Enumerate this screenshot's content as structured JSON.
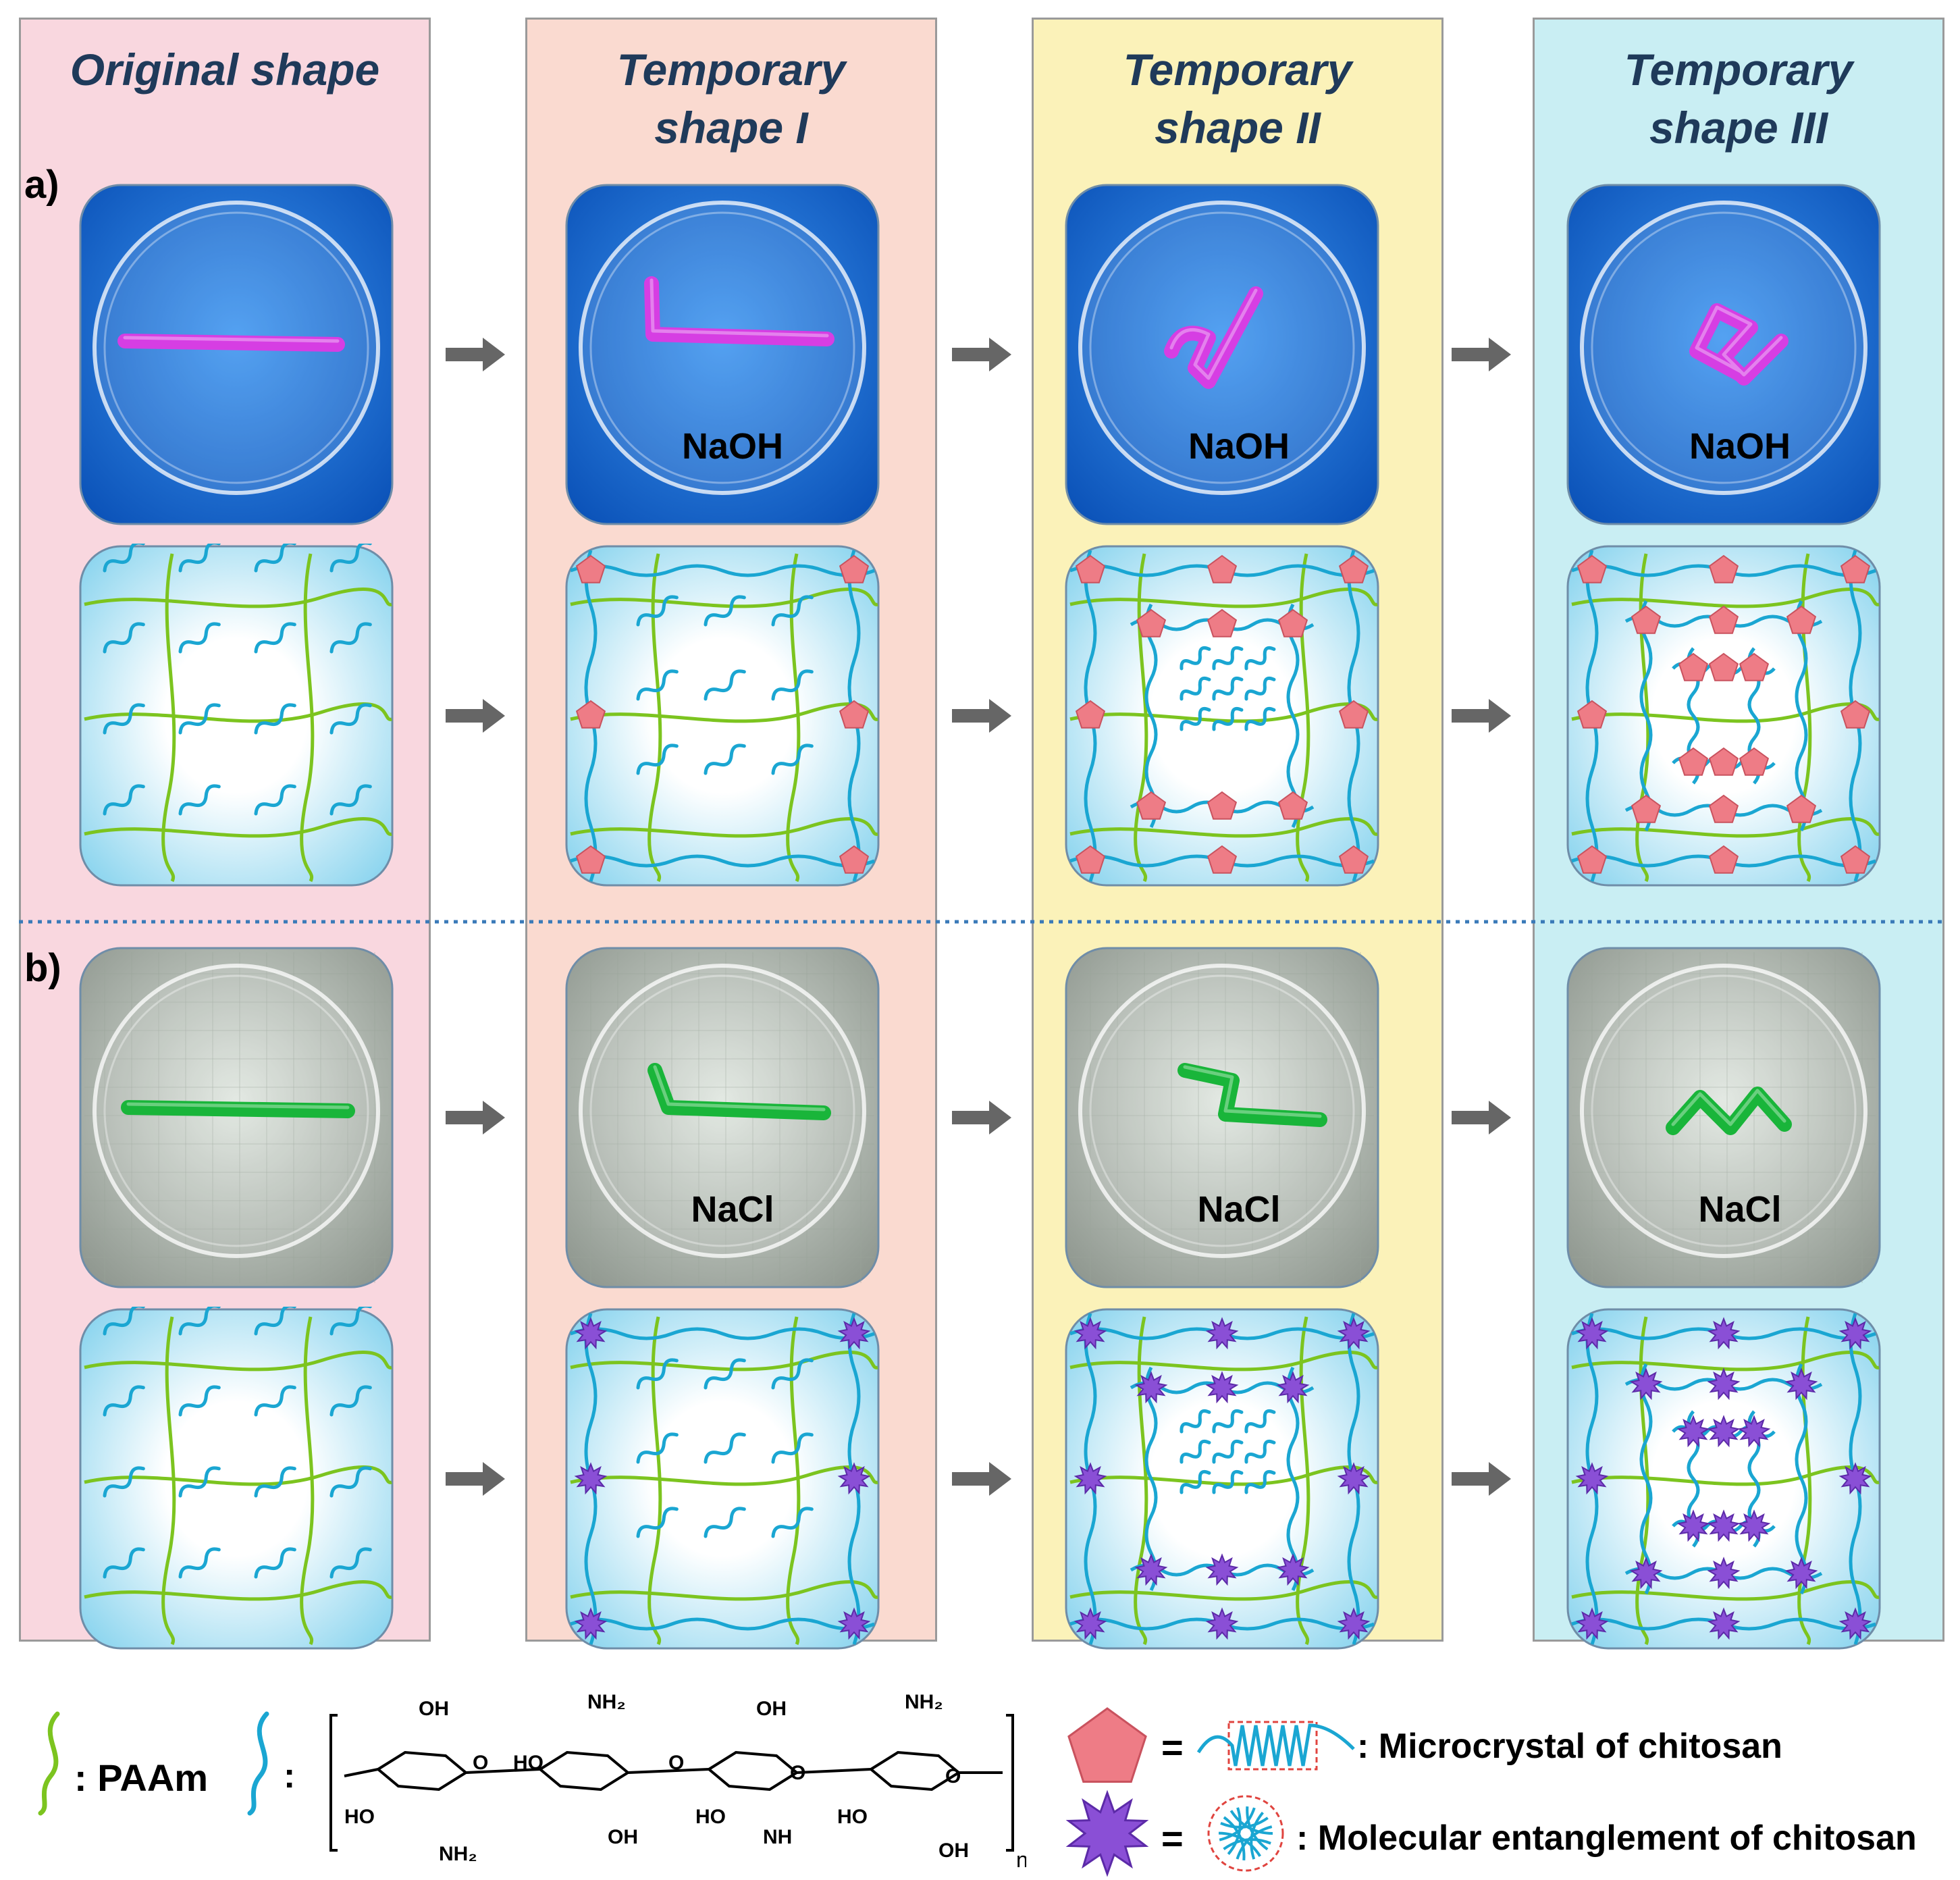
{
  "columns": [
    {
      "title_line1": "Original shape",
      "title_line2": "",
      "bg": "#f9d7df"
    },
    {
      "title_line1": "Temporary",
      "title_line2": "shape  I",
      "bg": "#fadad0"
    },
    {
      "title_line1": "Temporary",
      "title_line2": "shape  II",
      "bg": "#fbf2b9"
    },
    {
      "title_line1": "Temporary",
      "title_line2": "shape  III",
      "bg": "#c9eef3"
    }
  ],
  "rows": {
    "a": {
      "label": "a)",
      "reagent": "NaOH",
      "dish_color": "#1e78e6",
      "gel_color": "#d63ee3",
      "crosslink": "pentagon"
    },
    "b": {
      "label": "b)",
      "reagent": "NaCl",
      "dish_color": "#bfc5bf",
      "gel_color": "#19b53a",
      "crosslink": "star"
    }
  },
  "legend": {
    "paam_label": "PAAm",
    "chitosan_repeat_subscript": "n",
    "microcrystal_label": "Microcrystal of chitosan",
    "entanglement_label": "Molecular entanglement of chitosan",
    "structure_labels": [
      "OH",
      "HO",
      "NH₂",
      "O",
      "HO",
      "NH₂",
      "OH",
      "O",
      "OH",
      "HO",
      "NH",
      "O",
      "NH₂",
      "HO",
      "O",
      "OH"
    ]
  },
  "colors": {
    "paam": "#7cc41f",
    "chitosan": "#1aa6d2",
    "pentagon": "#ee7c86",
    "star": "#8a4fd6",
    "arrow": "#666666",
    "divider": "#3a7ab8"
  }
}
